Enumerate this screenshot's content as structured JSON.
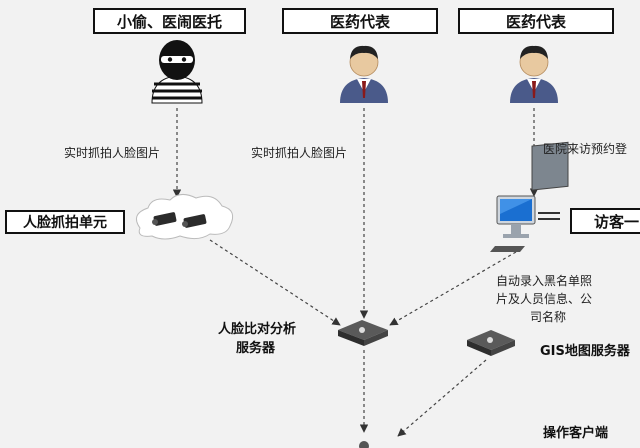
{
  "actors": [
    {
      "role": "小偷、医闹医托",
      "icon": "thief-icon"
    },
    {
      "role": "医药代表",
      "icon": "businessman-icon"
    },
    {
      "role": "医药代表",
      "icon": "businessman-icon"
    }
  ],
  "edge_labels": {
    "capture_left": "实时抓拍人脸图片",
    "capture_mid": "实时抓拍人脸图片",
    "visitor_reg": "医院来访预约登"
  },
  "nodes": {
    "face_capture_unit": "人脸抓拍单元",
    "visitor_terminal": "访客一",
    "compare_server_line1": "人脸比对分析",
    "compare_server_line2": "服务器",
    "gis_server": "GIS地图服务器",
    "operator_client": "操作客户端"
  },
  "auto_entry": {
    "line1": "自动录入黑名单照",
    "line2": "片及人员信息、公",
    "line3": "司名称"
  },
  "colors": {
    "background": "#f2f2f2",
    "box_border": "#111111",
    "arrow": "#333333",
    "suit": "#4a5a8a",
    "skin": "#e8c9a0"
  }
}
